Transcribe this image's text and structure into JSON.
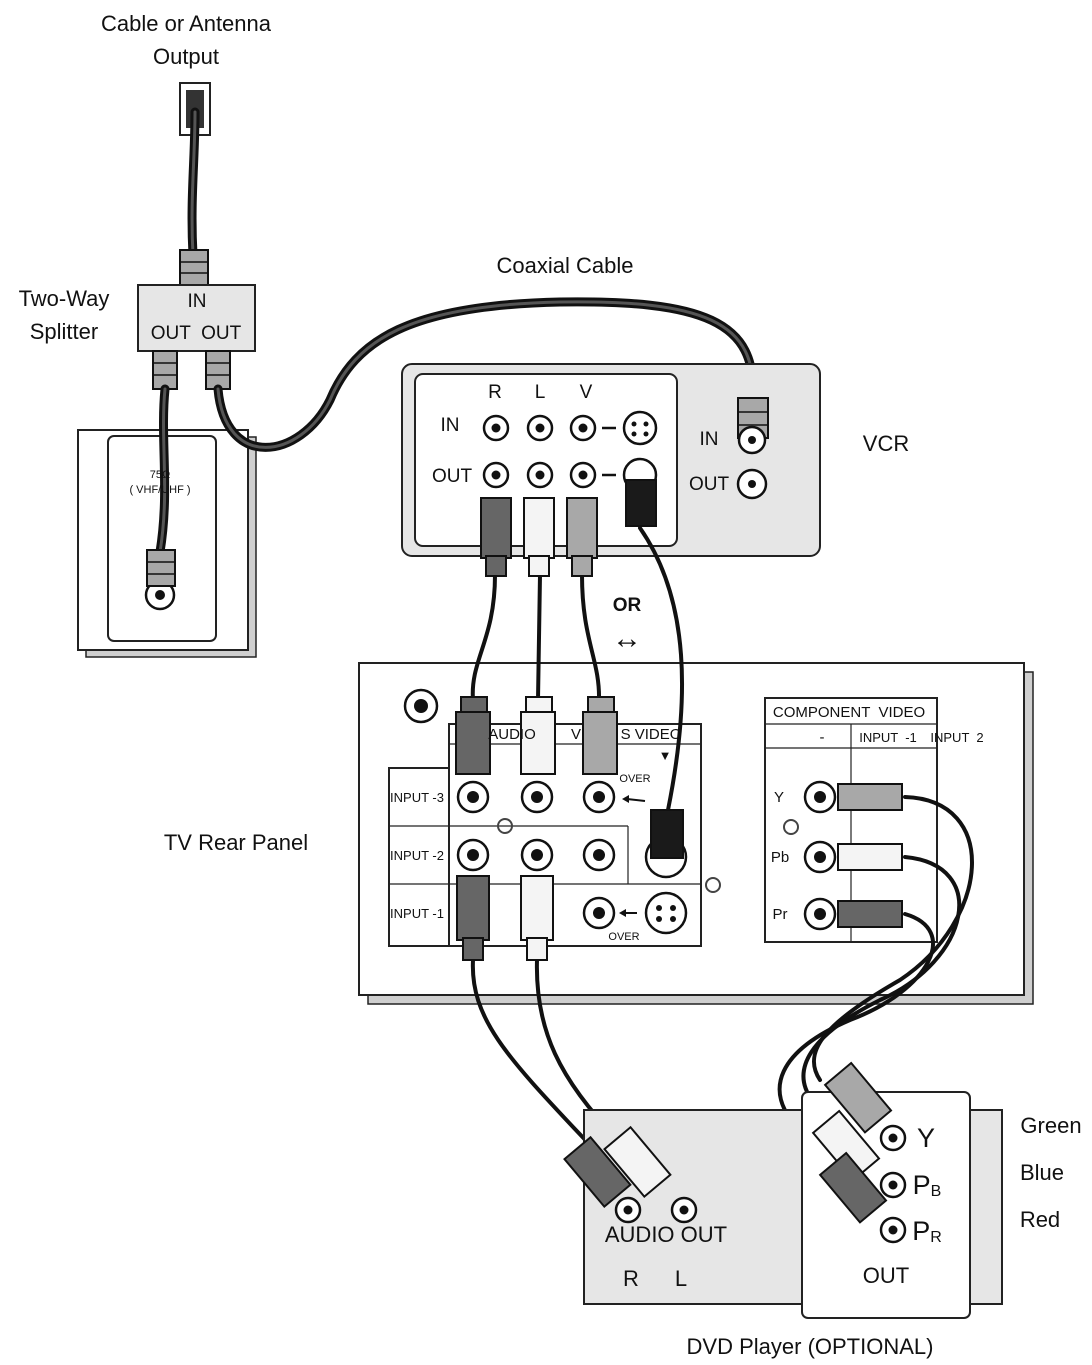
{
  "labels": {
    "cable_antenna_line1": "Cable or Antenna",
    "cable_antenna_line2": "Output",
    "splitter_line1": "Two-Way",
    "splitter_line2": "Splitter",
    "splitter_in": "IN",
    "splitter_out": "OUT  OUT",
    "coaxial_cable": "Coaxial Cable",
    "tv_terminal_line1": "75Ω",
    "tv_terminal_line2": "( VHF/UHF )",
    "vcr": "VCR",
    "vcr_r": "R",
    "vcr_l": "L",
    "vcr_v": "V",
    "vcr_in": "IN",
    "vcr_out": "OUT",
    "vcr_ant_in": "IN",
    "vcr_ant_out": "OUT",
    "or": "OR",
    "tv_rear_panel": "TV Rear Panel",
    "audio": "AUDIO",
    "video": "V",
    "s_video": "S VIDEO",
    "over_top": "OVER",
    "over_bottom": "OVER",
    "input3": "INPUT -3",
    "input2": "INPUT -2",
    "input1": "INPUT -1",
    "component_video": "COMPONENT  VIDEO",
    "comp_dash": "-",
    "comp_input1": "INPUT  -1",
    "comp_input2": "INPUT  2",
    "comp_y": "Y",
    "comp_pb": "Pb",
    "comp_pr": "Pr",
    "dvd_audio_out": "AUDIO OUT",
    "dvd_r": "R",
    "dvd_l": "L",
    "dvd_y": "Y",
    "dvd_pb_main": "P",
    "dvd_pb_sub": "B",
    "dvd_pr_main": "P",
    "dvd_pr_sub": "R",
    "dvd_out": "OUT",
    "green": "Green",
    "blue": "Blue",
    "red": "Red",
    "dvd_player": "DVD Player (OPTIONAL)"
  },
  "icons": {
    "or_arrow": "↔",
    "down_arrow": "▼"
  }
}
